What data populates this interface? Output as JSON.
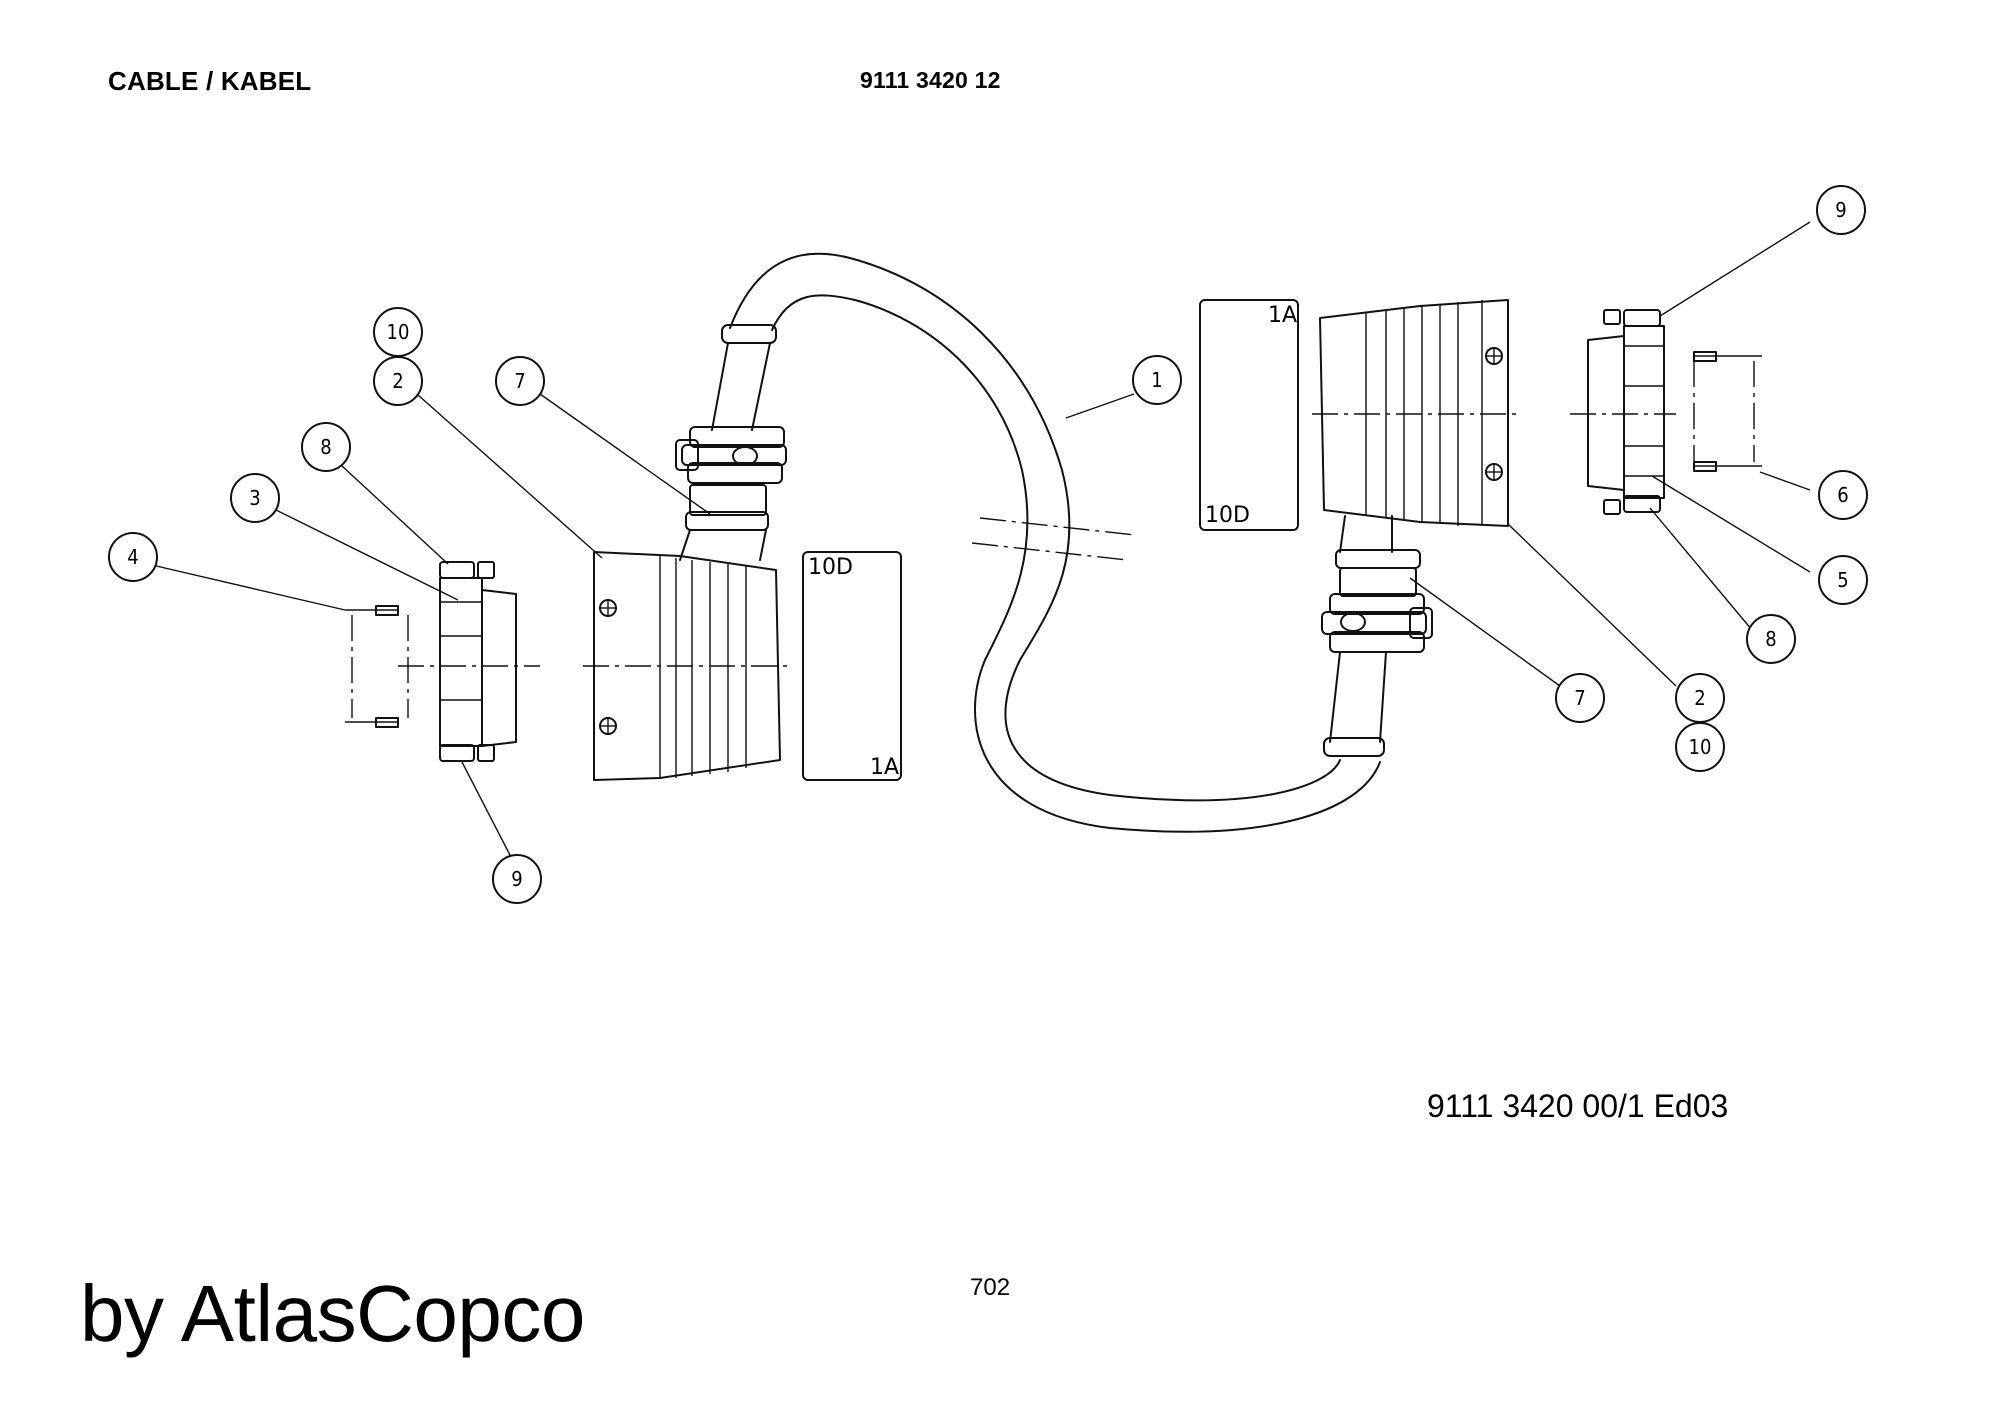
{
  "header": {
    "title": "CABLE / KABEL",
    "part_number": "9111 3420 12"
  },
  "labels": {
    "left_plate_top": "10D",
    "left_plate_bottom": "1A",
    "right_plate_top": "1A",
    "right_plate_bottom": "10D"
  },
  "callouts": {
    "c10_left": "10",
    "c2_left": "2",
    "c7_left": "7",
    "c8_left": "8",
    "c3_left": "3",
    "c4_left": "4",
    "c9_left": "9",
    "c1": "1",
    "c9_right": "9",
    "c6_right": "6",
    "c5_right": "5",
    "c8_right": "8",
    "c7_right": "7",
    "c2_right": "2",
    "c10_right": "10"
  },
  "footer": {
    "drawing_ref": "9111 3420 00/1  Ed03",
    "page_number": "702",
    "brand": "by AtlasCopco"
  }
}
